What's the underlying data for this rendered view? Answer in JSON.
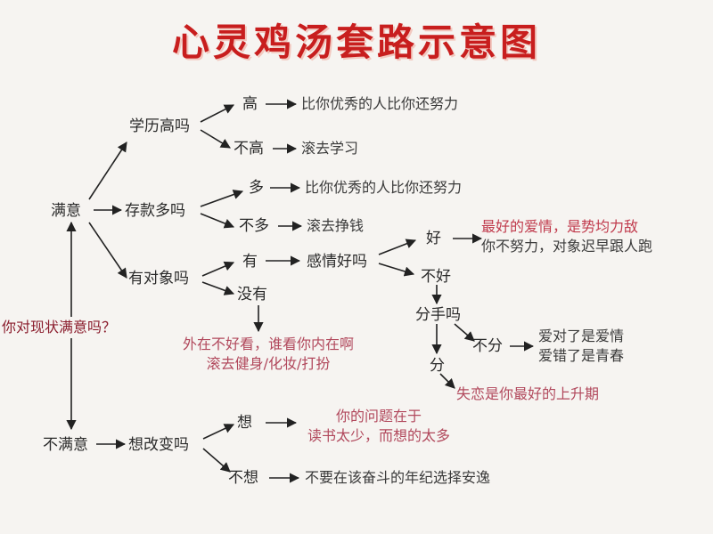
{
  "title": "心灵鸡汤套路示意图",
  "nodes": {
    "root": "你对现状满意吗？",
    "satisfied": "满意",
    "not_satisfied": "不满意",
    "education": "学历高吗",
    "edu_high": "高",
    "edu_high_result": "比你优秀的人比你还努力",
    "edu_not_high": "不高",
    "edu_not_high_result": "滚去学习",
    "savings": "存款多吗",
    "sav_many": "多",
    "sav_many_result": "比你优秀的人比你还努力",
    "sav_few": "不多",
    "sav_few_result": "滚去挣钱",
    "partner": "有对象吗",
    "partner_yes": "有",
    "relationship": "感情好吗",
    "rel_good": "好",
    "rel_good_result_line1": "最好的爱情，是势均力敌",
    "rel_good_result_line2": "你不努力，对象迟早跟人跑",
    "rel_bad": "不好",
    "breakup": "分手吗",
    "breakup_no": "不分",
    "breakup_no_result_line1": "爱对了是爱情",
    "breakup_no_result_line2": "爱错了是青春",
    "breakup_yes": "分",
    "breakup_yes_result": "失恋是你最好的上升期",
    "partner_no": "没有",
    "partner_no_result_line1": "外在不好看，谁看你内在啊",
    "partner_no_result_line2": "滚去健身/化妆/打扮",
    "change": "想改变吗",
    "change_yes": "想",
    "change_yes_result_line1": "你的问题在于",
    "change_yes_result_line2": "读书太少，而想的太多",
    "change_no": "不想",
    "change_no_result": "不要在该奋斗的年纪选择安逸"
  },
  "colors": {
    "title": "#c81e1e",
    "question": "#8a1c2c",
    "highlight": "#c03a4c",
    "text": "#2a2a2a",
    "arrow": "#222222"
  }
}
